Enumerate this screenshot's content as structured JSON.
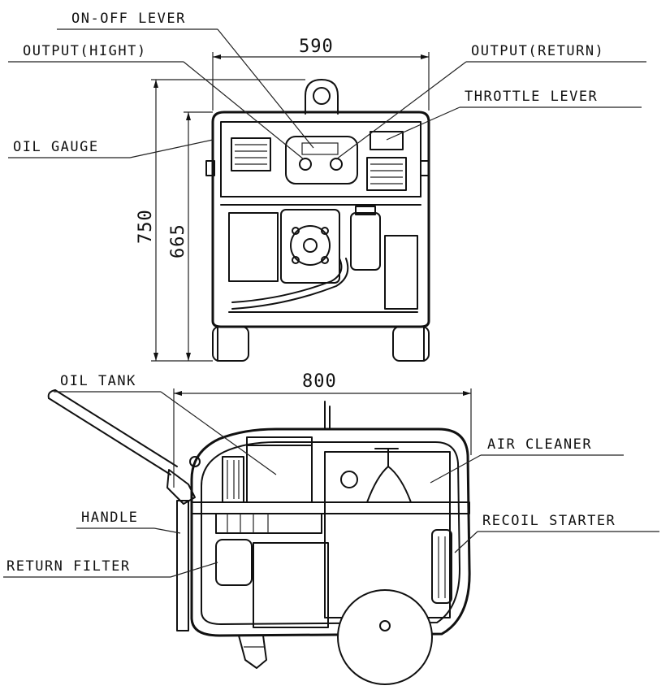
{
  "labels": {
    "on_off_lever": "ON-OFF LEVER",
    "output_hight": "OUTPUT(HIGHT)",
    "output_return": "OUTPUT(RETURN)",
    "throttle_lever": "THROTTLE LEVER",
    "oil_gauge": "OIL GAUGE",
    "oil_tank": "OIL TANK",
    "air_cleaner": "AIR CLEANER",
    "handle": "HANDLE",
    "recoil_starter": "RECOIL STARTER",
    "return_filter": "RETURN FILTER"
  },
  "dimensions": {
    "width_front": "590",
    "height_total": "750",
    "height_frame": "665",
    "length_side": "800"
  }
}
